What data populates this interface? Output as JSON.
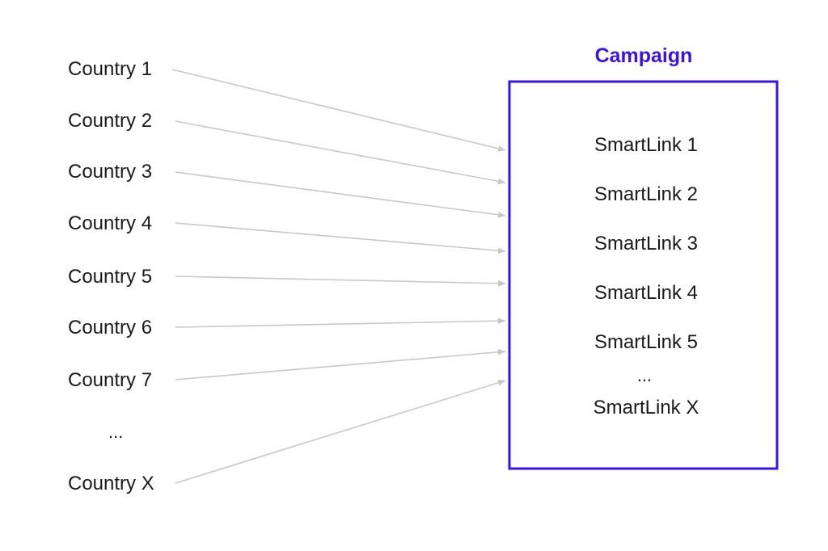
{
  "countries": [
    {
      "label": "Country 1"
    },
    {
      "label": "Country 2"
    },
    {
      "label": "Country 3"
    },
    {
      "label": "Country 4"
    },
    {
      "label": "Country 5"
    },
    {
      "label": "Country 6"
    },
    {
      "label": "Country 7"
    },
    {
      "label": "Country X"
    }
  ],
  "countries_ellipsis": "...",
  "campaign": {
    "title": "Campaign",
    "smartlinks": [
      {
        "label": "SmartLink 1"
      },
      {
        "label": "SmartLink 2"
      },
      {
        "label": "SmartLink 3"
      },
      {
        "label": "SmartLink 4"
      },
      {
        "label": "SmartLink 5"
      },
      {
        "label": "SmartLink X"
      }
    ],
    "smartlinks_ellipsis": "..."
  },
  "colors": {
    "accent": "#3a13e8",
    "arrow": "#c8c8c8",
    "text": "#1a1a1a"
  }
}
